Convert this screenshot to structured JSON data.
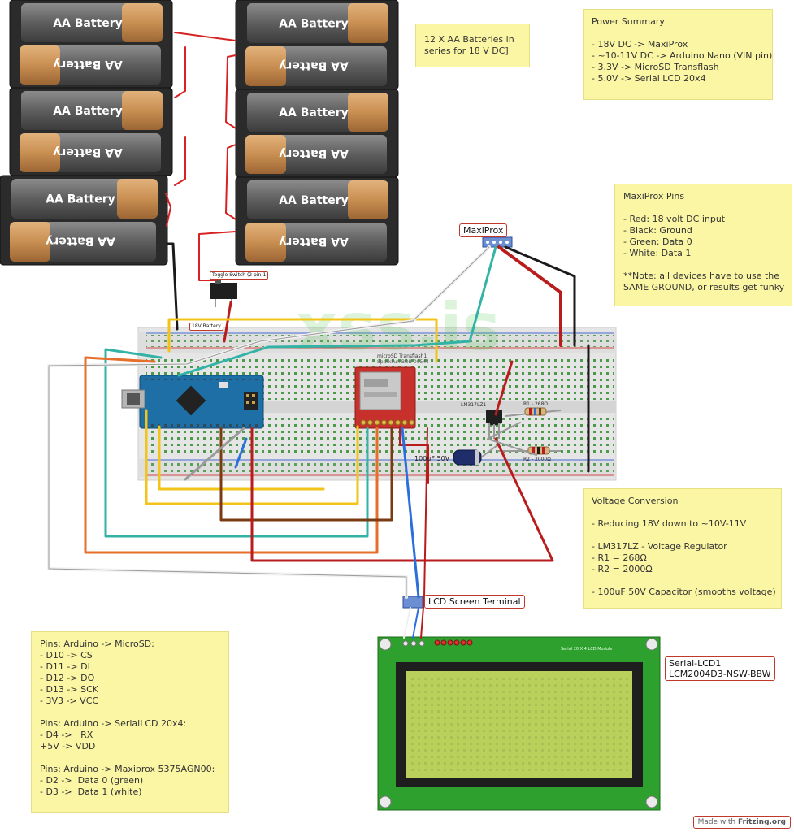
{
  "batteries": {
    "label": "AA Battery",
    "count": 12
  },
  "toggle_switch_label": "Toggle Switch (2 pin)1",
  "breadboard_label": "18V Battery",
  "watermark": "xss.is",
  "microsd_label_line1": "microSD Transflash1",
  "microsd_label_line2": "SparkFun BOB-00544",
  "regulator_label": "LM317LZ1",
  "resistor1_label": "R1 - 268Ω",
  "resistor2_label": "R2 - 2000Ω",
  "capacitor_label": "100uF 50V",
  "maxiprox_tag": "MaxiProx",
  "lcd_terminal_tag": "LCD Screen Terminal",
  "lcd_tag": "Serial-LCD1\nLCM2004D3-NSW-BBW",
  "lcd_module_label": "Serial 20 X 4 LCD Module",
  "notes": {
    "batteries_note": [
      "12 X AA Batteries in",
      "series for 18 V DC]"
    ],
    "power_summary": [
      "Power Summary",
      "",
      "- 18V DC -> MaxiProx",
      "- ~10-11V DC -> Arduino Nano (VIN pin)",
      "- 3.3V -> MicroSD Transflash",
      "- 5.0V -> Serial LCD 20x4"
    ],
    "maxiprox_pins": [
      "MaxiProx Pins",
      "",
      "- Red: 18 volt DC input",
      "- Black: Ground",
      "- Green: Data 0",
      "- White: Data 1",
      "",
      "**Note: all devices have to use the",
      "SAME GROUND, or results get funky"
    ],
    "voltage_conversion": [
      "Voltage Conversion",
      "",
      "- Reducing 18V down to ~10V-11V",
      "",
      "- LM317LZ - Voltage Regulator",
      "- R1 = 268Ω",
      "- R2 = 2000Ω",
      "",
      "- 100uF 50V Capacitor (smooths voltage)"
    ],
    "pins": [
      "Pins: Arduino -> MicroSD:",
      "- D10 -> CS",
      "- D11 -> DI",
      "- D12 -> DO",
      "- D13 -> SCK",
      "- 3V3 -> VCC",
      "",
      "Pins: Arduino -> SerialLCD 20x4:",
      "- D4 ->   RX",
      "+5V -> VDD",
      "",
      "Pins: Arduino -> Maxiprox 5375AGN00:",
      "- D2 ->  Data 0 (green)",
      "- D3 ->  Data 1 (white)"
    ]
  },
  "fritzing": {
    "prefix": "Made with",
    "brand": "Fritzing.org"
  },
  "colors": {
    "note_bg": "#fbf6a4",
    "battery_body": "#2b2b2b",
    "battery_copper": "#c98f52",
    "breadboard": "#e6e6e6",
    "arduino_pcb": "#1d6fa5",
    "microsd_pcb": "#c8302b",
    "lcd_pcb": "#2ea02e",
    "lcd_screen": "#b9d15a",
    "wire_red": "#b91c1c",
    "wire_black": "#1a1a1a",
    "wire_teal": "#33b3a6",
    "wire_yellow": "#f2c419",
    "wire_orange": "#e56f2b",
    "wire_brown": "#7a3b12",
    "wire_blue": "#2a6fdb",
    "wire_white": "#f4f4f4"
  }
}
